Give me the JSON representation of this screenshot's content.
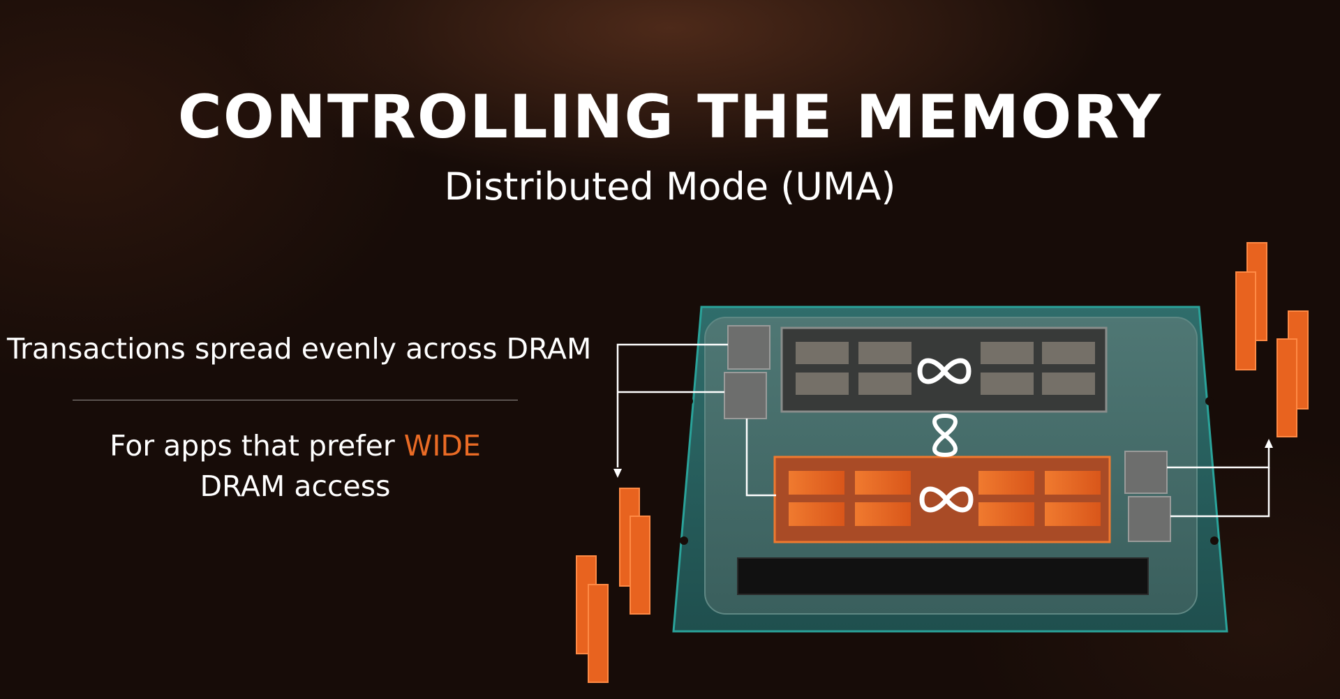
{
  "slide": {
    "title": "CONTROLLING THE MEMORY",
    "subtitle": "Distributed Mode (UMA)"
  },
  "bullets": {
    "primary": "Transactions spread evenly across DRAM",
    "secondary_prefix": "For apps that prefer ",
    "secondary_highlight": "WIDE",
    "secondary_suffix": "DRAM access"
  },
  "diagram": {
    "icons": [
      "infinity-fabric-icon",
      "infinity-fabric-icon",
      "infinity-link-icon"
    ],
    "dies": [
      {
        "name": "top-die",
        "state": "inactive",
        "cores_per_side": 4
      },
      {
        "name": "bottom-die",
        "state": "active",
        "cores_per_side": 4
      }
    ]
  },
  "colors": {
    "accent": "#ea6b25",
    "package": "#3a7b78",
    "die_inactive": "#3a3d3b",
    "die_active": "#b4512a",
    "memory_controller": "#6d6e6d",
    "dram": "#e8631f"
  }
}
